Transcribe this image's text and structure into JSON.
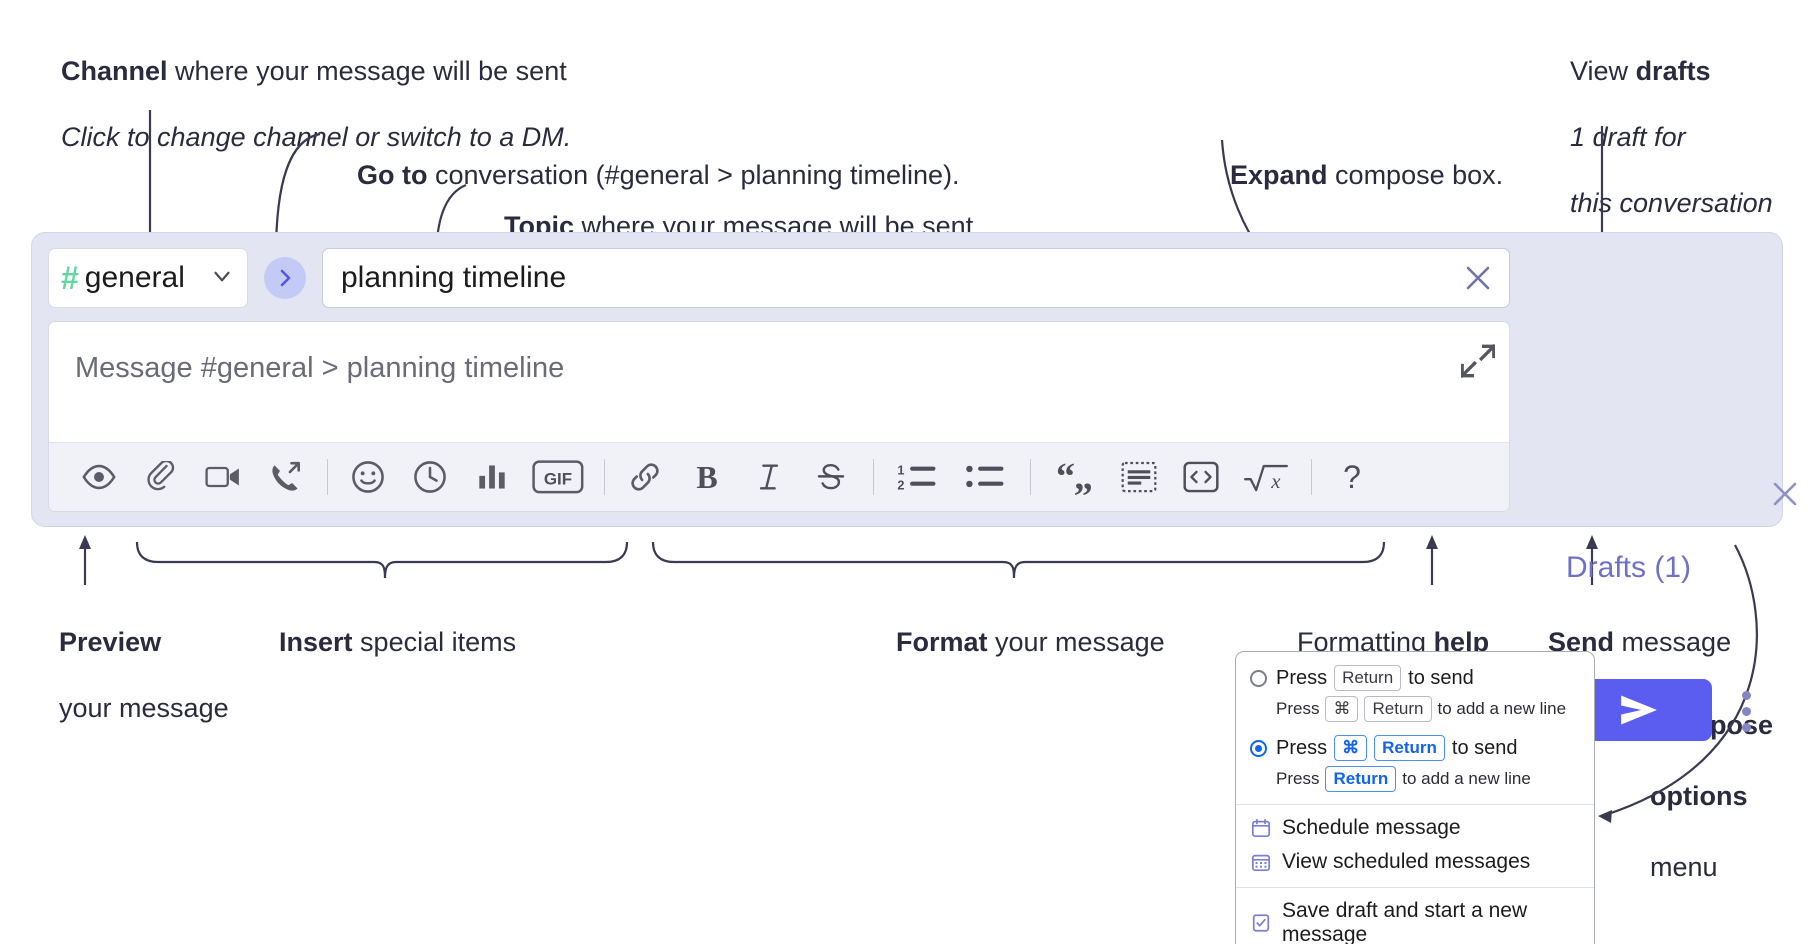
{
  "annotations": {
    "channel": {
      "strong": "Channel",
      "rest": " where your message will be sent",
      "italic": "Click to change channel or switch to a DM."
    },
    "goto": {
      "strong": "Go to",
      "rest": " conversation (#general > planning timeline)."
    },
    "topic": {
      "strong": "Topic",
      "rest": " where your message will be sent"
    },
    "expand": {
      "strong": "Expand",
      "rest": " compose box."
    },
    "drafts": {
      "lead": "View ",
      "strong": "drafts",
      "italic1": "1 draft for",
      "italic2": "this conversation"
    },
    "preview": {
      "strong": "Preview",
      "rest": "your message"
    },
    "insert": {
      "strong": "Insert",
      "rest": " special items"
    },
    "format": {
      "strong": "Format",
      "rest": " your message"
    },
    "help": {
      "lead": "Formatting ",
      "strong": "help"
    },
    "send": {
      "strong": "Send",
      "rest": " message"
    },
    "compose_options": {
      "line1": "Compose",
      "line2": "options",
      "line3": "menu"
    }
  },
  "compose": {
    "channel": {
      "hash": "#",
      "name": "general",
      "chevron": "chevron-down"
    },
    "goto_button_label": "go-to-conversation",
    "topic": {
      "value": "planning timeline",
      "clear_label": "clear-topic"
    },
    "message": {
      "placeholder": "Message #general > planning timeline",
      "value": ""
    },
    "expand_label": "expand-compose-box",
    "toolbar_left": [
      {
        "name": "preview-icon",
        "label": "Preview"
      },
      {
        "name": "attachment-icon",
        "label": "Attach file"
      },
      {
        "name": "video-icon",
        "label": "Record video clip"
      },
      {
        "name": "audio-call-icon",
        "label": "Record audio clip"
      }
    ],
    "toolbar_insert": [
      {
        "name": "emoji-icon",
        "label": "Emoji"
      },
      {
        "name": "clock-icon",
        "label": "Reminder"
      },
      {
        "name": "poll-icon",
        "label": "Poll"
      },
      {
        "name": "gif-icon",
        "label": "GIF"
      }
    ],
    "toolbar_format": [
      {
        "name": "link-icon",
        "label": "Link"
      },
      {
        "name": "bold-icon",
        "label": "B"
      },
      {
        "name": "italic-icon",
        "label": "I"
      },
      {
        "name": "strikethrough-icon",
        "label": "S"
      }
    ],
    "toolbar_lists": [
      {
        "name": "ordered-list-icon",
        "label": "Ordered list"
      },
      {
        "name": "bulleted-list-icon",
        "label": "Bulleted list"
      }
    ],
    "toolbar_blocks": [
      {
        "name": "blockquote-icon",
        "label": "Blockquote"
      },
      {
        "name": "code-block-icon",
        "label": "Code block"
      },
      {
        "name": "code-icon",
        "label": "Code"
      },
      {
        "name": "math-icon",
        "label": "Math"
      }
    ],
    "help_icon": {
      "name": "help-icon",
      "label": "?"
    },
    "drafts_label": "Drafts (1)",
    "send_label": "send-icon",
    "kebab_label": "compose-options",
    "close_label": "close-panel"
  },
  "options_menu": {
    "option_a": {
      "selected": false,
      "main_pre": "Press",
      "main_key": "Return",
      "main_post": "to send",
      "sub_pre": "Press",
      "sub_key1": "⌘",
      "sub_key2": "Return",
      "sub_post": "to add a new line"
    },
    "option_b": {
      "selected": true,
      "main_pre": "Press",
      "main_key1": "⌘",
      "main_key2": "Return",
      "main_post": "to send",
      "sub_pre": "Press",
      "sub_key": "Return",
      "sub_post": "to add a new line"
    },
    "items": [
      {
        "icon": "calendar-schedule-icon",
        "label": "Schedule message"
      },
      {
        "icon": "calendar-list-icon",
        "label": "View scheduled messages"
      },
      {
        "icon": "save-draft-icon",
        "label": "Save draft and start a new message"
      }
    ]
  },
  "colors": {
    "panel_bg": "#e3e5f3",
    "accent_purple": "#5b5cf0",
    "drafts_text": "#6f72c4",
    "hash_green": "#64d6a0",
    "toolbar_bg": "#f1f2f7",
    "blue_key": "#1264e8"
  }
}
